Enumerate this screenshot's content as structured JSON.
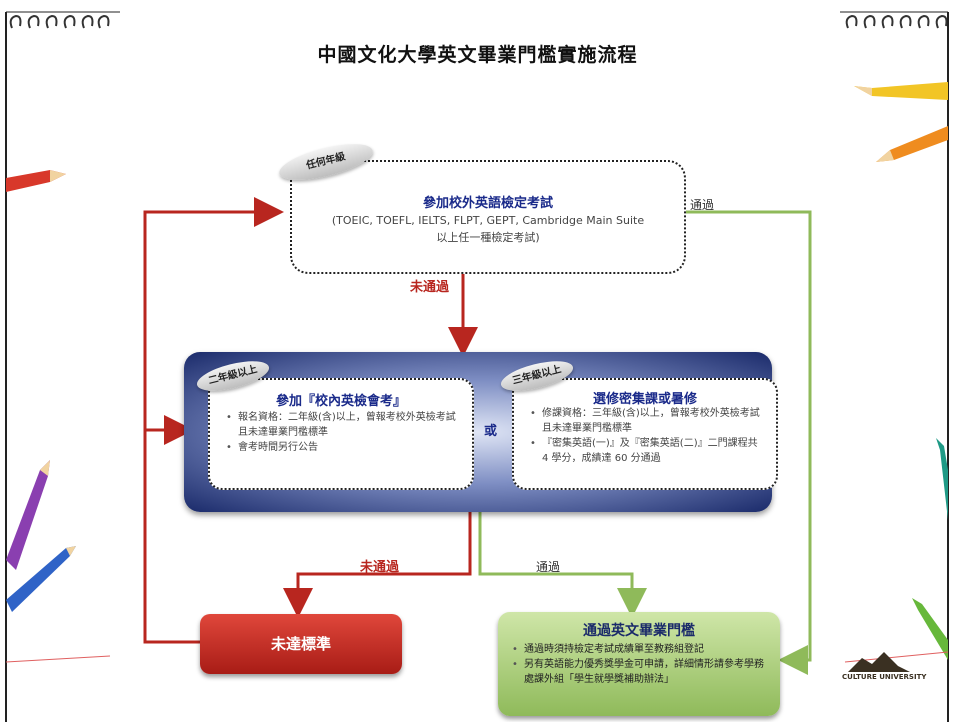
{
  "title": "中國文化大學英文畢業門檻實施流程",
  "step1": {
    "tag": "任何年級",
    "heading": "參加校外英語檢定考試",
    "exams": "(TOEIC, TOEFL, IELTS, FLPT, GEPT, Cambridge Main Suite",
    "note": "以上任一種檢定考試)"
  },
  "edges": {
    "fail_1": "未通過",
    "pass_1": "通過",
    "fail_2": "未通過",
    "pass_2": "通過",
    "or": "或"
  },
  "option_a": {
    "tag": "二年級以上",
    "heading": "參加『校內英檢會考』",
    "items": [
      "報名資格：二年級(含)以上，曾報考校外英檢考試且未達畢業門檻標準",
      "會考時間另行公告"
    ]
  },
  "option_b": {
    "tag": "三年級以上",
    "heading": "選修密集課或暑修",
    "items": [
      "修課資格：三年級(含)以上，曾報考校外英檢考試且未達畢業門檻標準",
      "『密集英語(一)』及『密集英語(二)』二門課程共 4 學分，成績達 60 分通過"
    ]
  },
  "result_fail": {
    "label": "未達標準"
  },
  "result_pass": {
    "heading": "通過英文畢業門檻",
    "items": [
      "通過時須持檢定考試成績單至教務組登記",
      "另有英語能力優秀獎學金可申請，詳細情形請參考學務處課外組「學生就學獎補助辦法」"
    ]
  },
  "logo_text": "CULTURE UNIVERSITY",
  "colors": {
    "fail": "#b8261f",
    "pass": "#8fba5a",
    "navy": "#1a2a6a",
    "head_blue": "#1a2a8a"
  }
}
